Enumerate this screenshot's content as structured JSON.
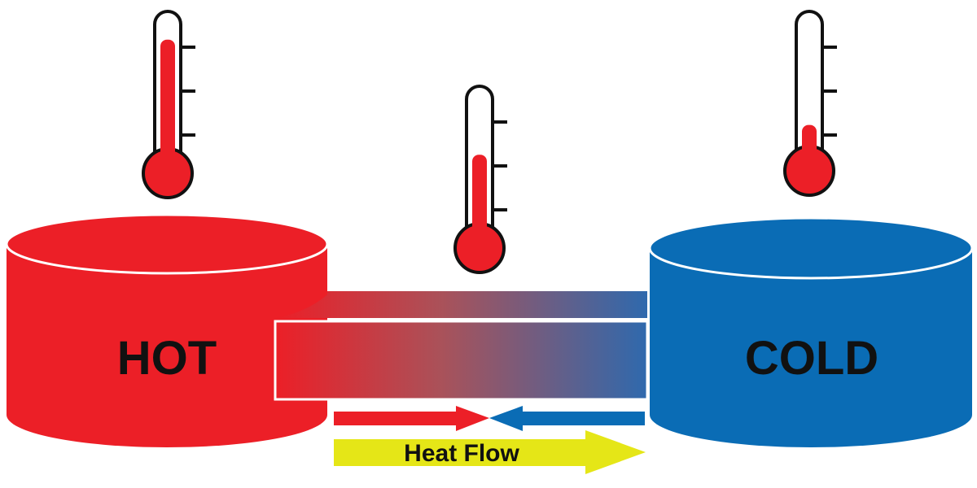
{
  "reservoirs": {
    "hot": {
      "label": "HOT",
      "color": "#ec1f27"
    },
    "cold": {
      "label": "COLD",
      "color": "#0a6cb5"
    }
  },
  "thermometers": {
    "hot_level": 0.85,
    "middle_level": 0.55,
    "cold_level": 0.2
  },
  "arrows": {
    "heat_flow_label": "Heat Flow",
    "yellow": "#e5e617"
  }
}
